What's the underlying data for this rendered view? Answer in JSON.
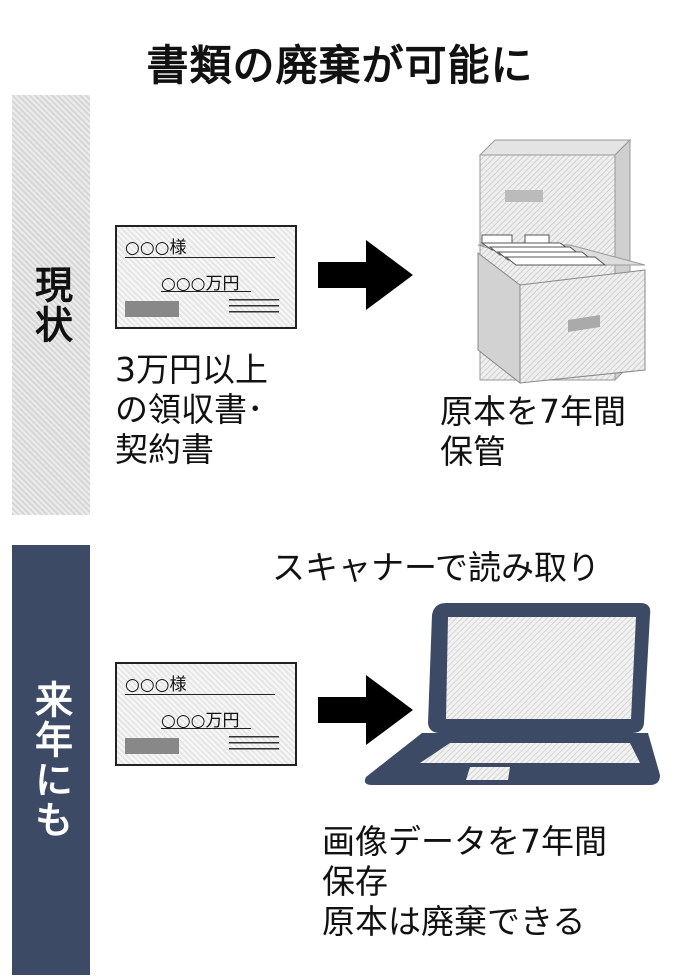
{
  "title": "書類の廃棄が可能に",
  "labels": {
    "current": "現状",
    "next": "来年にも"
  },
  "receipt": {
    "addressee": "○○○様",
    "amount": "○○○万円"
  },
  "current_flow": {
    "document_caption": [
      "3万円以上",
      "の領収書･",
      "契約書"
    ],
    "storage_caption": [
      "原本を7年間",
      "保管"
    ]
  },
  "next_flow": {
    "scanner_caption": "スキャナーで読み取り",
    "result_caption": [
      "画像データを7年間",
      "保存",
      "原本は廃棄できる"
    ]
  },
  "colors": {
    "navy": "#3d4a66",
    "hatch": "#dcdcdc",
    "arrow": "#000000"
  },
  "icons": [
    "arrow-right-icon",
    "file-cabinet-icon",
    "laptop-icon",
    "receipt-icon"
  ]
}
